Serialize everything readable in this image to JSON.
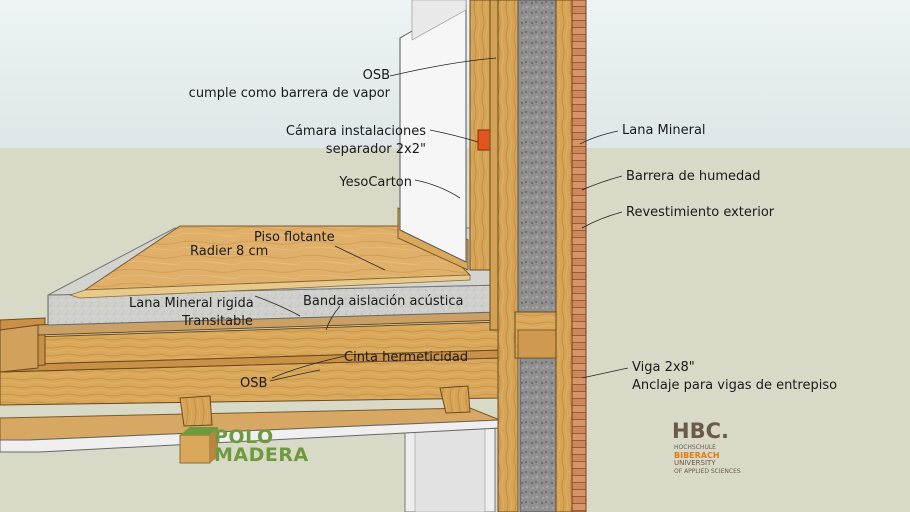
{
  "labels": {
    "osb_top": "OSB",
    "osb_top_sub": "cumple como barrera de vapor",
    "camara": "Cámara instalaciones",
    "camara_sub": "separador 2x2\"",
    "yesocarton": "YesoCarton",
    "piso_flotante": "Piso flotante",
    "radier": "Radier 8 cm",
    "lana_rigida": "Lana Mineral rigida",
    "transitable": "Transitable",
    "banda": "Banda aislación acústica",
    "cinta": "Cinta hermeticidad",
    "osb_bottom": "OSB",
    "lana_mineral": "Lana Mineral",
    "barrera": "Barrera de humedad",
    "revestimiento": "Revestimiento exterior",
    "viga": "Viga 2x8\"",
    "anclaje": "Anclaje para vigas de entrepiso"
  },
  "logos": {
    "polo_madera_top": "POLO",
    "polo_madera_bottom": "MADERA",
    "hbc_main": "HBC.",
    "hbc_line1": "HOCHSCHULE",
    "hbc_line2": "BIBERACH",
    "hbc_line3": "UNIVERSITY",
    "hbc_line4": "OF APPLIED SCIENCES"
  },
  "colors": {
    "sky": "#dfe8ea",
    "ground": "#d7d8c6",
    "wood": "#d9a85a",
    "wood_dark": "#b98540",
    "insulation": "#8e8e8e",
    "concrete": "#c9c9c6",
    "drywall": "#f4f4f4",
    "cladding": "#cf8b5a",
    "pm_green": "#6c9a3c",
    "hbc_orange": "#e07a1a"
  }
}
